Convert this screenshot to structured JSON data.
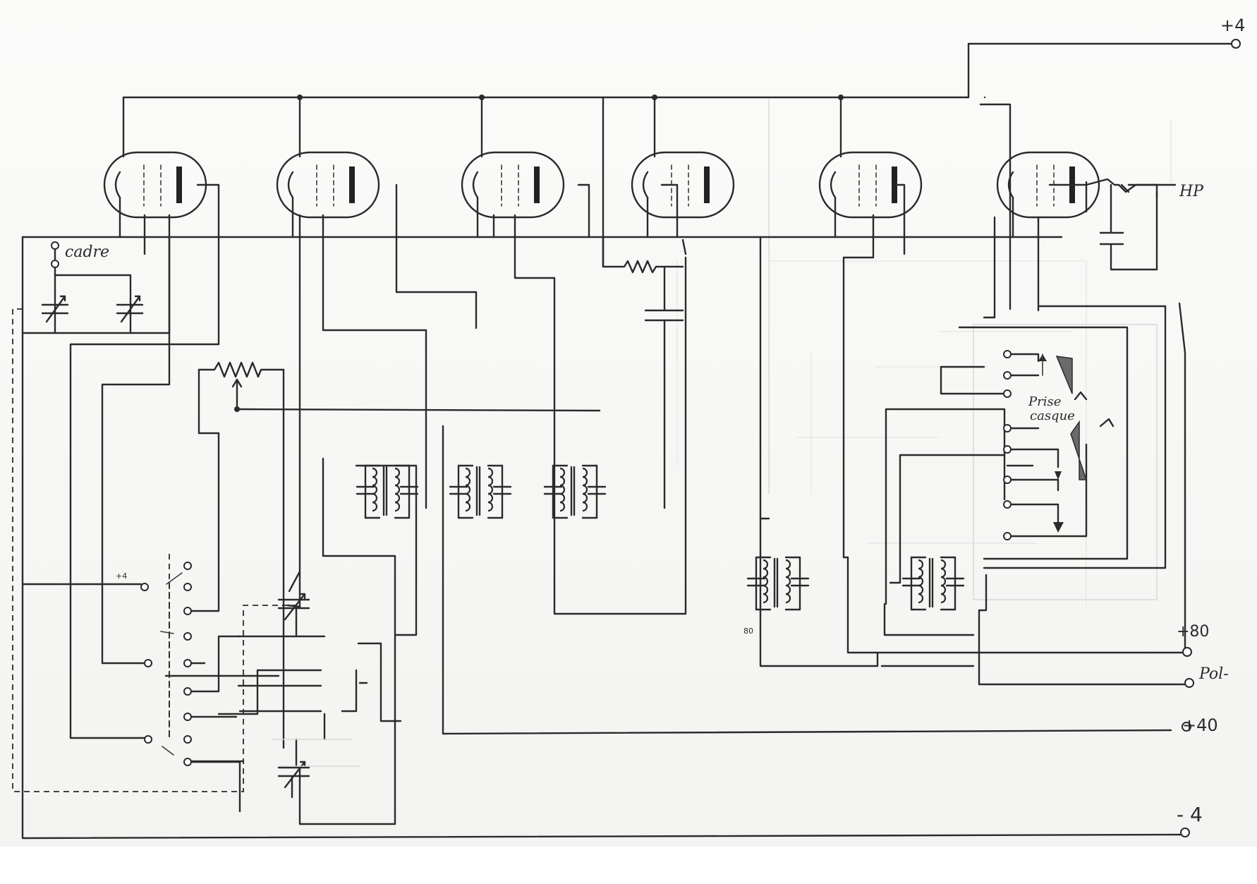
{
  "diagram": {
    "labels": {
      "frame_antenna": "cadre",
      "headphone_jack_line1": "Prise",
      "headphone_jack_line2": "casque",
      "loudspeaker": "HP",
      "supply_plus4": "+4",
      "supply_plus80": "+80",
      "supply_pol_minus": "Pol-",
      "supply_plus40": "+40",
      "supply_minus4": "- 4",
      "note_plus4_small": "+4",
      "note_80_small": "80"
    },
    "ink_color": "#2a2a2a",
    "paper_color": "#f7f7f5"
  }
}
